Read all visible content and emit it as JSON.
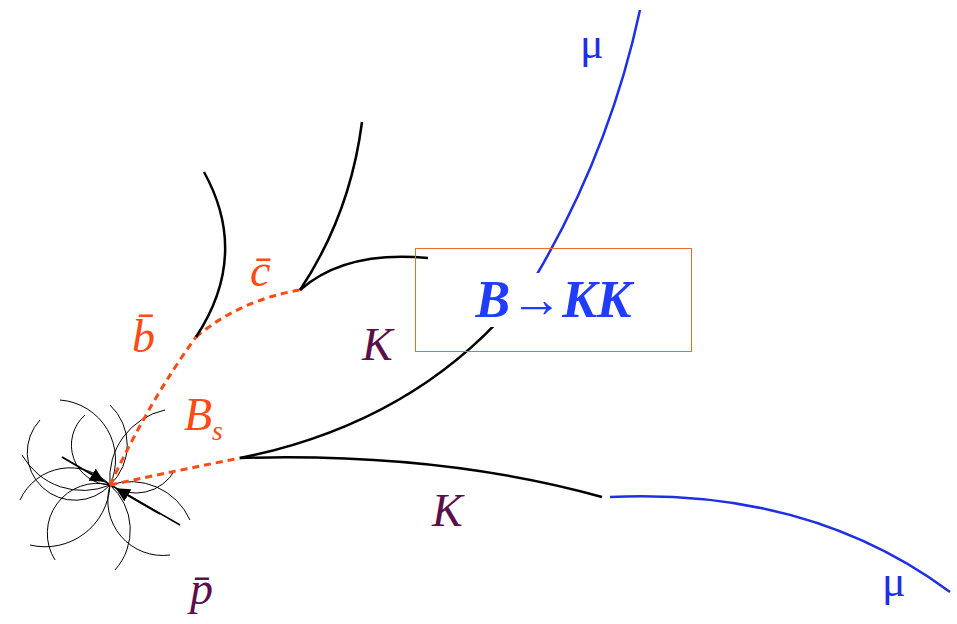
{
  "diagram": {
    "nodes": [
      {
        "text": [
          "B→KK"
        ]
      }
    ],
    "labels": [
      "μ",
      "c̄",
      "b̄",
      "K",
      "Bs",
      "K",
      "μ",
      "p̄"
    ]
  }
}
